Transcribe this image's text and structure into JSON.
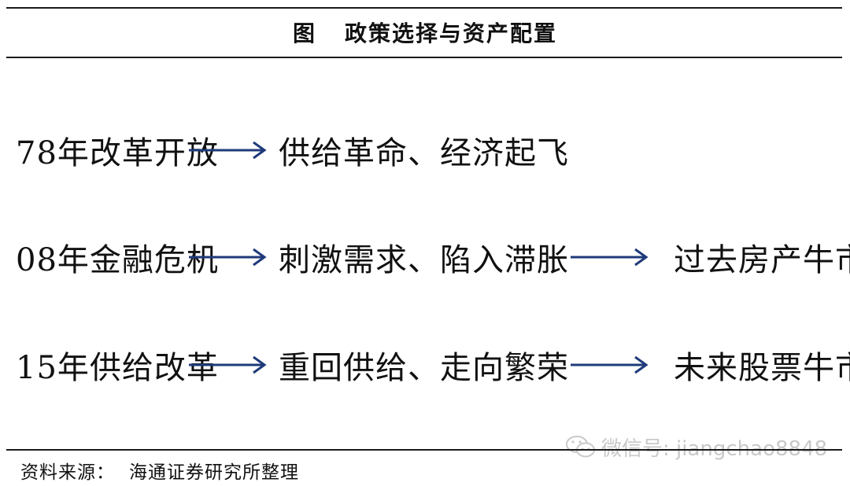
{
  "title": {
    "label": "图",
    "text": "政策选择与资产配置"
  },
  "rows": [
    {
      "cause": "78年改革开放",
      "effect": "供给革命、经济起飞",
      "outcome": ""
    },
    {
      "cause": "08年金融危机",
      "effect": "刺激需求、陷入滞胀",
      "outcome": "过去房产牛市"
    },
    {
      "cause": "15年供给改革",
      "effect": "重回供给、走向繁荣",
      "outcome": "未来股票牛市"
    }
  ],
  "source": {
    "label": "资料来源：",
    "text": "海通证券研究所整理"
  },
  "watermark": {
    "icon": "wechat-icon",
    "text": "微信号: jiangchao8848"
  },
  "colors": {
    "arrow": "#1f3a7a",
    "rule": "#1a1a1a",
    "watermark": "#c9c9c9"
  }
}
